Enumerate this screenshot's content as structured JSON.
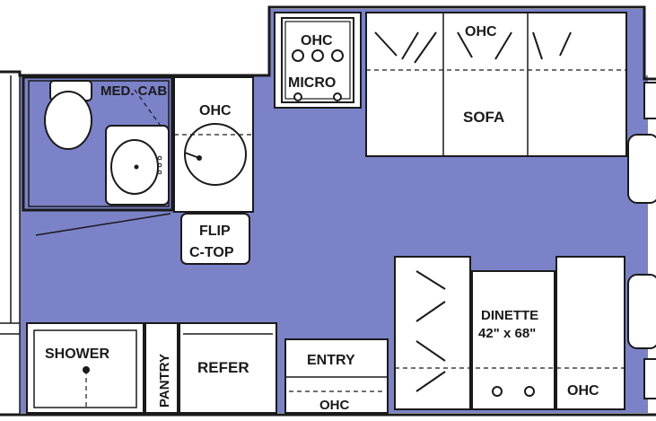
{
  "floorplan": {
    "colors": {
      "floor": "#7b82c8",
      "wall": "#1a1a1a",
      "fixture": "#ffffff"
    },
    "labels": {
      "ohc_micro": "OHC",
      "micro": "MICRO",
      "ohc_sofa": "OHC",
      "sofa": "SOFA",
      "med_cab": "MED. CAB",
      "ohc_galley": "OHC",
      "flip_line1": "FLIP",
      "flip_line2": "C-TOP",
      "dinette_line1": "DINETTE",
      "dinette_line2": "42\" x 68\"",
      "ohc_dinette": "OHC",
      "shower": "SHOWER",
      "pantry": "PANTRY",
      "refer": "REFER",
      "entry": "ENTRY",
      "ohc_entry": "OHC"
    }
  }
}
